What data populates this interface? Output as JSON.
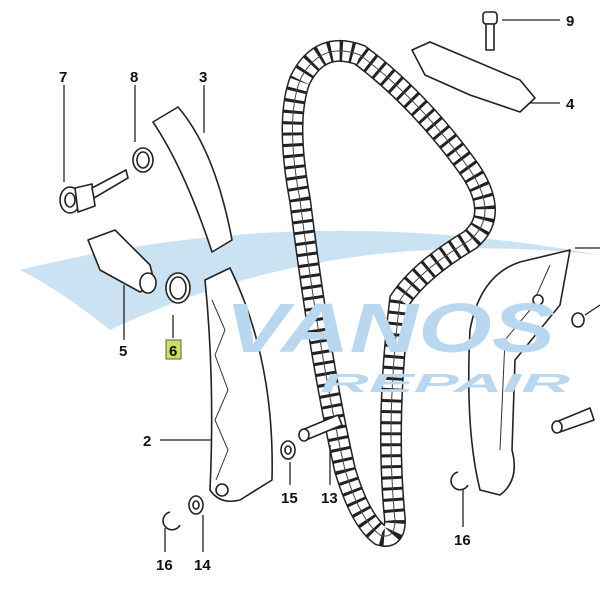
{
  "watermark": {
    "brand": "VANOS",
    "sub": "REPAIR",
    "color": "#9cc6e6"
  },
  "highlight_color": "#c8e06a",
  "callouts": {
    "c9": "9",
    "c4": "4",
    "c7": "7",
    "c8": "8",
    "c3": "3",
    "c5": "5",
    "c6": "6",
    "c2": "2",
    "c15": "15",
    "c13": "13",
    "c16a": "16",
    "c14": "14",
    "c16b": "16"
  }
}
